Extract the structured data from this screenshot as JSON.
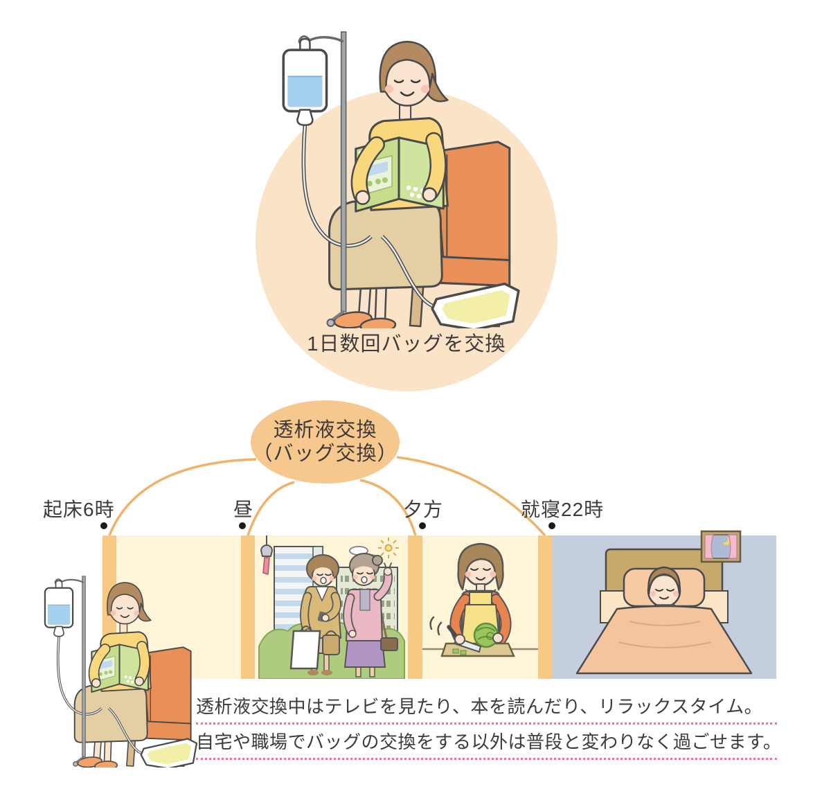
{
  "palette": {
    "circle_bg": "#FAE3C6",
    "bubble_bg": "#F6C88E",
    "connector_line": "#F0B26B",
    "divider_bar": "#F8C983",
    "panel_day_bg": "#FEF4D8",
    "panel_night_bg": "#C5CEDF",
    "text": "#3E3A39",
    "dotted_line": "#E8749B"
  },
  "top_scene": {
    "caption": "1日数回バッグを交換"
  },
  "bubble": {
    "line1": "透析液交換",
    "line2": "（バッグ交換）"
  },
  "timeline": {
    "points": [
      {
        "label": "起床6時"
      },
      {
        "label": "昼"
      },
      {
        "label": "夕方"
      },
      {
        "label": "就寝22時"
      }
    ]
  },
  "footer": {
    "line1": "透析液交換中はテレビを見たり、本を読んだり、リラックスタイム。",
    "line2": "自宅や職場でバッグの交換をする以外は普段と変わりなく過ごせます。"
  }
}
